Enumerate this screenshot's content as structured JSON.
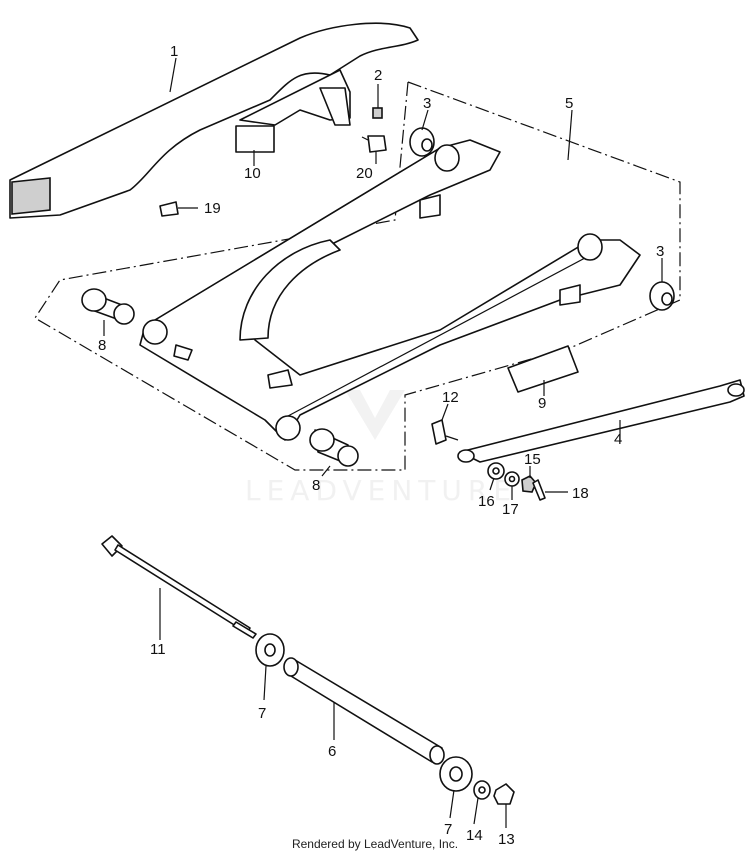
{
  "callouts": [
    "1",
    "2",
    "3",
    "5",
    "10",
    "20",
    "19",
    "3",
    "8",
    "12",
    "9",
    "4",
    "8",
    "15",
    "16",
    "17",
    "18",
    "11",
    "7",
    "6",
    "7",
    "14",
    "13"
  ],
  "watermark": "LEADVENTURE",
  "footer": "Rendered by LeadVenture, Inc."
}
